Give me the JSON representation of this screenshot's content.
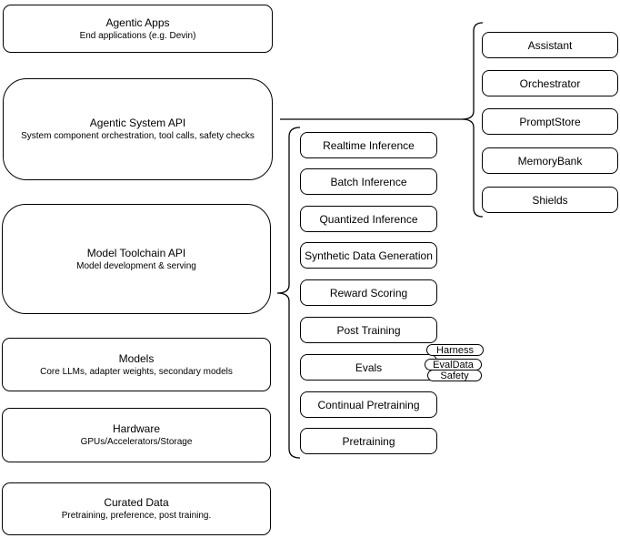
{
  "diagram": {
    "colors": {
      "stroke": "#000000",
      "fill": "#ffffff"
    },
    "left_column": [
      {
        "title": "Agentic Apps",
        "subtitle": "End applications (e.g. Devin)"
      },
      {
        "title": "Agentic System API",
        "subtitle": "System component orchestration, tool calls, safety checks"
      },
      {
        "title": "Model Toolchain API",
        "subtitle": "Model development & serving"
      },
      {
        "title": "Models",
        "subtitle": "Core LLMs, adapter weights, secondary models"
      },
      {
        "title": "Hardware",
        "subtitle": "GPUs/Accelerators/Storage"
      },
      {
        "title": "Curated Data",
        "subtitle": "Pretraining, preference, post training."
      }
    ],
    "toolchain_services": [
      "Realtime Inference",
      "Batch Inference",
      "Quantized Inference",
      "Synthetic Data Generation",
      "Reward Scoring",
      "Post Training",
      "Evals",
      "Continual Pretraining",
      "Pretraining"
    ],
    "eval_tags": [
      "Harness",
      "EvalData",
      "Safety"
    ],
    "system_components": [
      "Assistant",
      "Orchestrator",
      "PromptStore",
      "MemoryBank",
      "Shields"
    ]
  }
}
